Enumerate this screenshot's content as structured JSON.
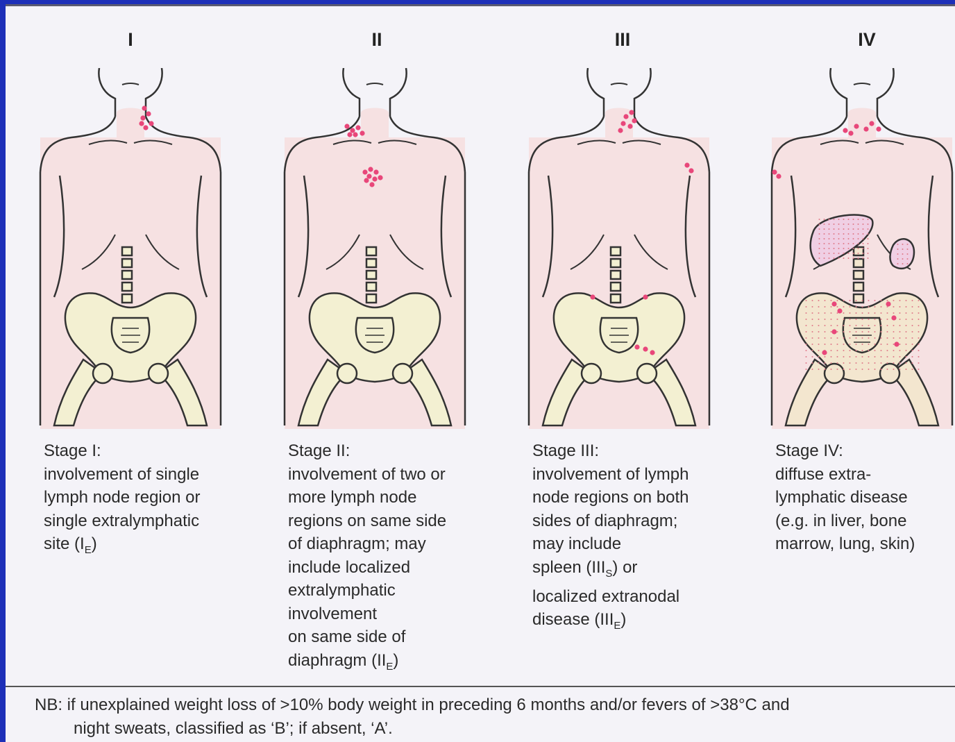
{
  "stages": [
    {
      "numeral": "I",
      "caption_lines": [
        {
          "text": "Stage I:"
        },
        {
          "text": "involvement of single"
        },
        {
          "text": "lymph node region or"
        },
        {
          "text": "single extralymphatic"
        },
        {
          "text": "site (I",
          "sub": "E",
          "after": ")"
        }
      ]
    },
    {
      "numeral": "II",
      "caption_lines": [
        {
          "text": "Stage II:"
        },
        {
          "text": "involvement of two or"
        },
        {
          "text": "more lymph node"
        },
        {
          "text": "regions on same side"
        },
        {
          "text": "of diaphragm; may"
        },
        {
          "text": "include localized"
        },
        {
          "text": "extralymphatic"
        },
        {
          "text": "involvement"
        },
        {
          "text": "on same side of"
        },
        {
          "text": "diaphragm (II",
          "sub": "E",
          "after": ")"
        }
      ]
    },
    {
      "numeral": "III",
      "caption_lines": [
        {
          "text": "Stage III:"
        },
        {
          "text": "involvement of lymph"
        },
        {
          "text": "node regions on both"
        },
        {
          "text": "sides of diaphragm;"
        },
        {
          "text": "may include"
        },
        {
          "text": "spleen (III",
          "sub": "S",
          "after": ") or"
        },
        {
          "text": "localized extranodal"
        },
        {
          "text": "disease (III",
          "sub": "E",
          "after": ")"
        }
      ]
    },
    {
      "numeral": "IV",
      "caption_lines": [
        {
          "text": "Stage IV:"
        },
        {
          "text": "diffuse extra-"
        },
        {
          "text": "lymphatic disease"
        },
        {
          "text": "(e.g. in liver, bone"
        },
        {
          "text": "marrow, lung, skin)"
        }
      ]
    }
  ],
  "note": {
    "line1": "NB: if unexplained weight loss of >10% body weight in preceding 6 months and/or fevers of >38°C and",
    "line2": "night sweats, classified as ‘B’; if absent, ‘A’."
  },
  "colors": {
    "background": "#f4f3f8",
    "frame": "#1d2fb8",
    "skin": "#f6e1e2",
    "bone": "#f3f0d2",
    "lymph_dot": "#e8477a",
    "organ": "#f0cfe4"
  }
}
